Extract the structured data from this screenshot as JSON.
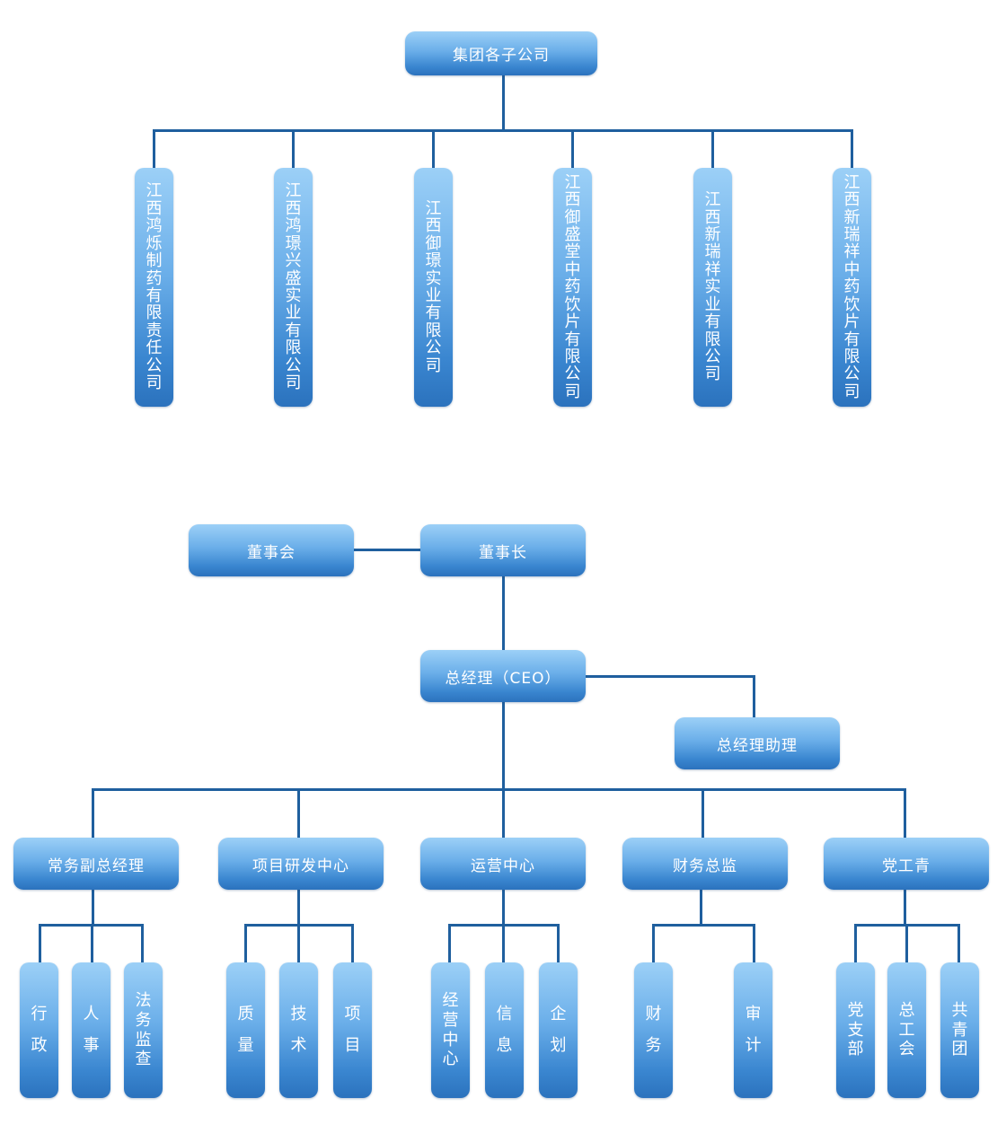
{
  "top_chart": {
    "root": "集团各子公司",
    "subsidiaries": [
      "江西鸿烁制药有限责任公司",
      "江西鸿璟兴盛实业有限公司",
      "江西御璟实业有限公司",
      "江西御盛堂中药饮片有限公司",
      "江西新瑞祥实业有限公司",
      "江西新瑞祥中药饮片有限公司"
    ]
  },
  "org_chart": {
    "board": "董事会",
    "chairman": "董事长",
    "ceo": "总经理（CEO）",
    "ceo_assistant": "总经理助理",
    "departments": [
      {
        "name": "常务副总经理",
        "units": [
          "行政",
          "人事",
          "法务监查"
        ]
      },
      {
        "name": "项目研发中心",
        "units": [
          "质量",
          "技术",
          "项目"
        ]
      },
      {
        "name": "运营中心",
        "units": [
          "经营中心",
          "信息",
          "企划"
        ]
      },
      {
        "name": "财务总监",
        "units": [
          "财务",
          "审计"
        ]
      },
      {
        "name": "党工青",
        "units": [
          "党支部",
          "总工会",
          "共青团"
        ]
      }
    ]
  },
  "colors": {
    "connector": "#1f5f9e",
    "box_top": "#9cd0f7",
    "box_bottom": "#2b72bd",
    "text": "#ffffff"
  }
}
